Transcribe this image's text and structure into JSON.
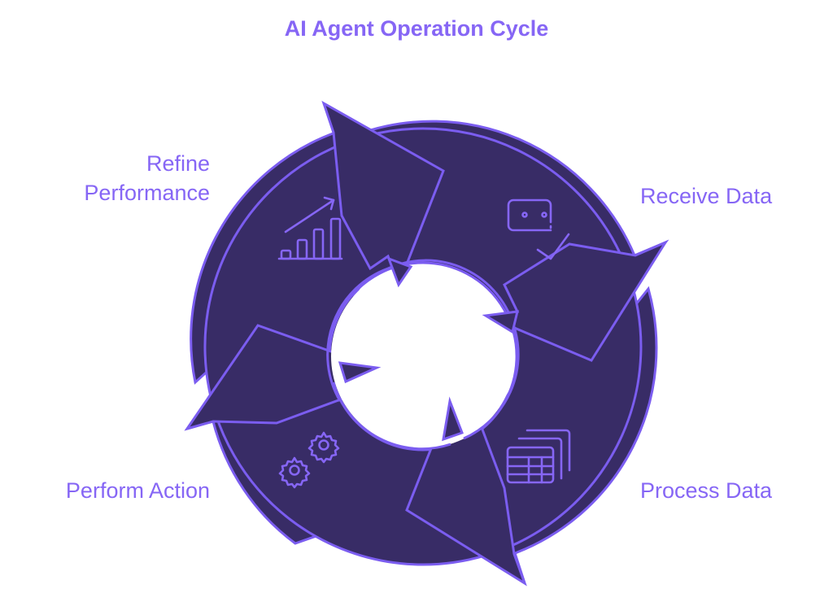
{
  "title": "AI Agent Operation Cycle",
  "colors": {
    "accent": "#8666f5",
    "ring_fill": "#382c66",
    "stroke": "#7b5df0",
    "background": "#ffffff"
  },
  "steps": [
    {
      "label_lines": [
        "Refine",
        "Performance"
      ],
      "icon": "chart-growth-icon",
      "position": "top-left"
    },
    {
      "label_lines": [
        "Receive Data"
      ],
      "icon": "message-check-icon",
      "position": "top-right"
    },
    {
      "label_lines": [
        "Process Data"
      ],
      "icon": "table-stack-icon",
      "position": "bottom-right"
    },
    {
      "label_lines": [
        "Perform Action"
      ],
      "icon": "gears-icon",
      "position": "bottom-left"
    }
  ]
}
